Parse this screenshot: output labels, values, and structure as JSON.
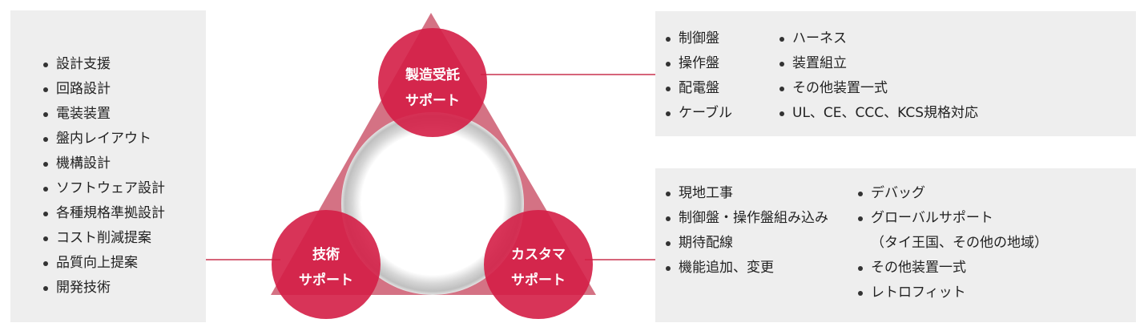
{
  "left_panel": {
    "items": [
      "設計支援",
      "回路設計",
      "電装装置",
      "盤内レイアウト",
      "機構設計",
      "ソフトウェア設計",
      "各種規格準拠設計",
      "コスト削減提案",
      "品質向上提案",
      "開発技術"
    ]
  },
  "top_right_panel": {
    "col1": [
      "制御盤",
      "操作盤",
      "配電盤",
      "ケーブル"
    ],
    "col2": [
      "ハーネス",
      "装置組立",
      "その他装置一式",
      "UL、CE、CCC、KCS規格対応"
    ]
  },
  "bottom_right_panel": {
    "col1": [
      "現地工事",
      "制御盤・操作盤組み込み",
      "期待配線",
      "機能追加、変更"
    ],
    "col2_item1": "デバッグ",
    "col2_item2": "グローバルサポート",
    "col2_item2_cont": "（タイ王国、その他の地域）",
    "col2_item3": "その他装置一式",
    "col2_item4": "レトロフィット"
  },
  "circles": {
    "top": {
      "line1": "製造受託",
      "line2": "サポート"
    },
    "left": {
      "line1": "技術",
      "line2": "サポート"
    },
    "right": {
      "line1": "カスタマ",
      "line2": "サポート"
    }
  },
  "colors": {
    "triangle": "#c84a62",
    "circle": "#d41e46",
    "connector": "#c8324e",
    "panel": "#eeeeee"
  }
}
